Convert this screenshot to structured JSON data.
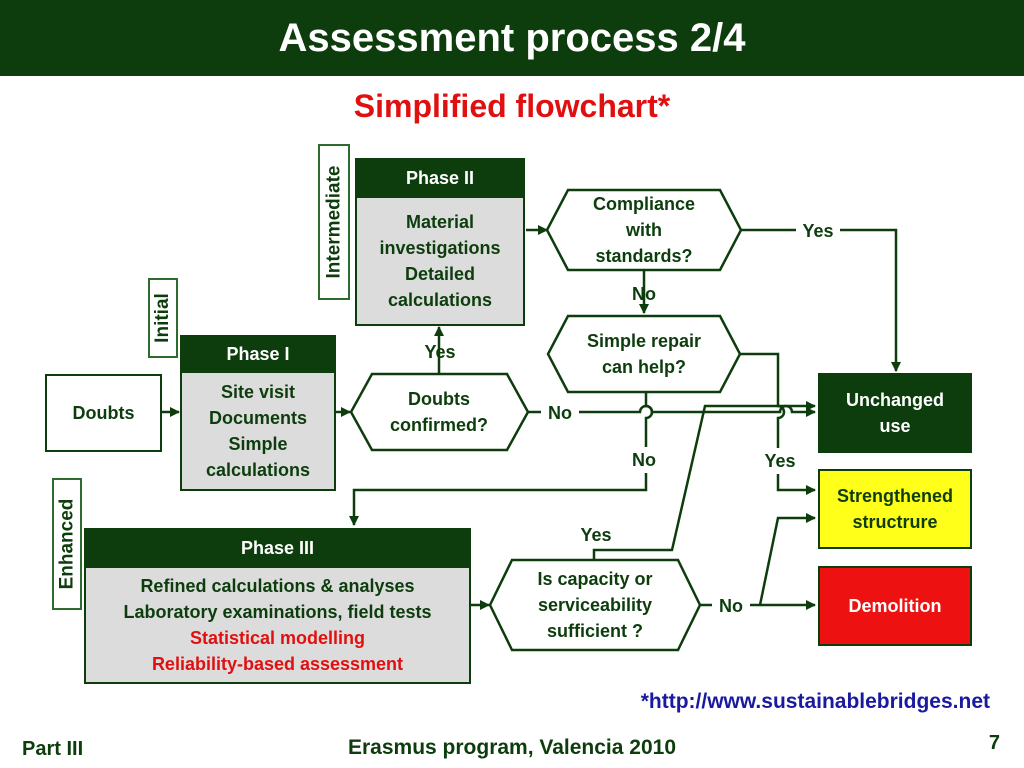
{
  "title": "Assessment process 2/4",
  "subtitle": "Simplified flowchart*",
  "levels": {
    "initial": "Initial",
    "intermediate": "Intermediate",
    "enhanced": "Enhanced"
  },
  "nodes": {
    "doubts": "Doubts",
    "phase1": {
      "header": "Phase I",
      "lines": [
        "Site visit",
        "Documents",
        "Simple",
        "calculations"
      ]
    },
    "phase2": {
      "header": "Phase II",
      "lines": [
        "Material",
        "investigations",
        "Detailed",
        "calculations"
      ]
    },
    "phase3": {
      "header": "Phase III",
      "lines": [
        "Refined calculations & analyses",
        "Laboratory examinations, field tests",
        "Statistical modelling",
        "Reliability-based assessment"
      ]
    },
    "doubts_confirmed": [
      "Doubts",
      "confirmed?"
    ],
    "compliance": [
      "Compliance",
      "with",
      "standards?"
    ],
    "simple_repair": [
      "Simple repair",
      "can help?"
    ],
    "capacity": [
      "Is capacity or",
      "serviceability",
      "sufficient ?"
    ],
    "unchanged_use": [
      "Unchanged",
      "use"
    ],
    "strengthened": [
      "Strengthened",
      "structrure"
    ],
    "demolition": "Demolition"
  },
  "edge_labels": {
    "yes_compliance": "Yes",
    "no_compliance": "No",
    "yes_doubts": "Yes",
    "no_doubts": "No",
    "no_repair": "No",
    "yes_repair": "Yes",
    "yes_capacity": "Yes",
    "no_capacity": "No"
  },
  "colors": {
    "dark_green": "#0d3d0d",
    "gray": "#dcdcdc",
    "yellow": "#ffff1a",
    "red": "#ee1111",
    "title_red": "#e01010"
  },
  "footer": {
    "url": "*http://www.sustainablebridges.net",
    "left": "Part III",
    "center": "Erasmus program, Valencia 2010",
    "page": "7"
  }
}
